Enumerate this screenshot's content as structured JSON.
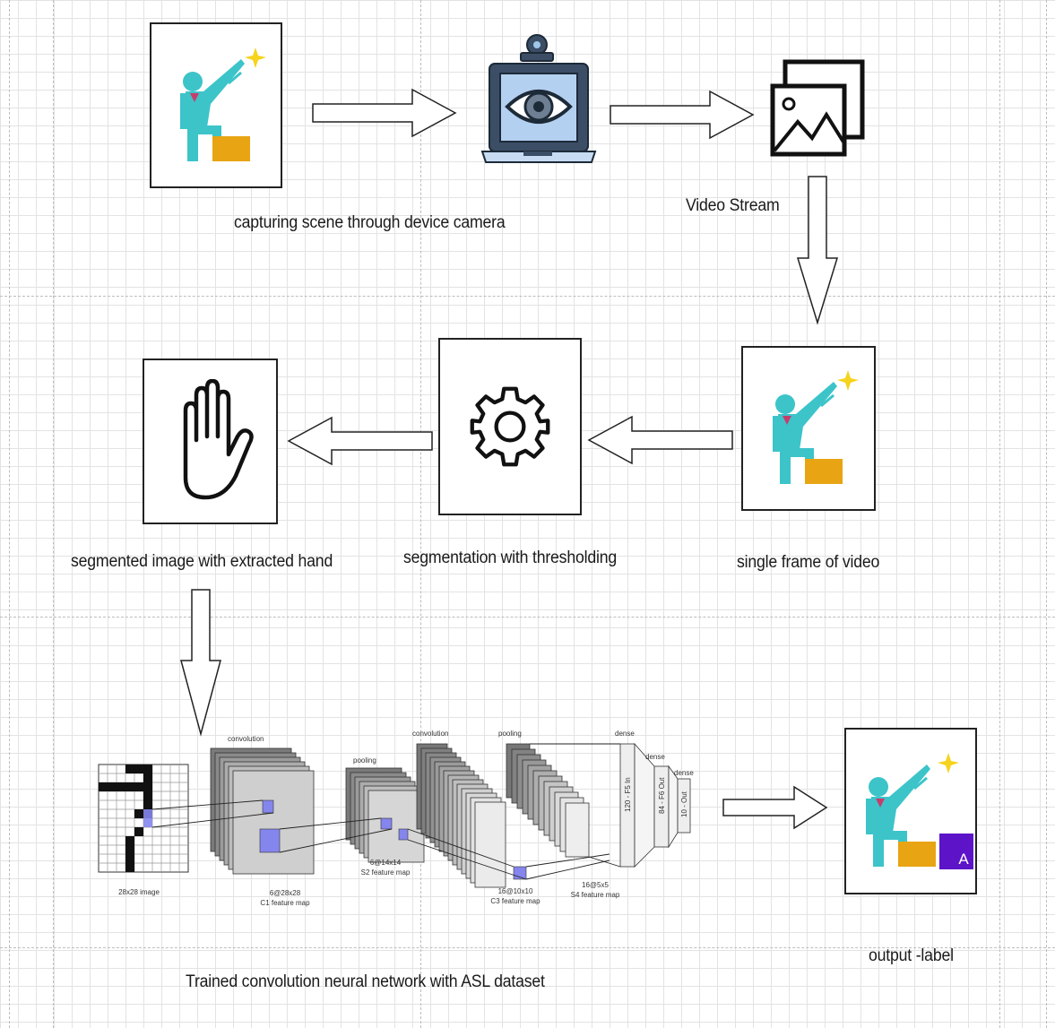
{
  "labels": {
    "capture": "capturing scene through  device camera",
    "video_stream": "Video Stream",
    "single_frame": "single frame of video",
    "segmentation": "segmentation with thresholding",
    "segmented": "segmented image with extracted hand",
    "cnn": "Trained convolution neural network with ASL dataset",
    "output": "output -label"
  },
  "cnn_diagram": {
    "input": "28x28 image",
    "conv1": "convolution",
    "c1": "6@28x28",
    "c1_map": "C1 feature map",
    "pool1": "pooling",
    "s2": "6@14x14",
    "s2_map": "S2 feature map",
    "conv2": "convolution",
    "c3": "16@10x10",
    "c3_map": "C3 feature map",
    "pool2": "pooling",
    "s4": "16@5x5",
    "s4_map": "S4 feature map",
    "dense1": "dense",
    "dense2": "dense",
    "dense3": "dense",
    "f5": "120 - F5 In",
    "f6": "84 - F6 Out",
    "f7": "10 - Out"
  },
  "output_letter": "A",
  "colors": {
    "figure_body": "#3cc4c9",
    "figure_tie": "#c63d6c",
    "star": "#f6d31c",
    "box_orange": "#e8a413",
    "letter_box": "#5d14c8",
    "highlight": "#8585ee"
  }
}
